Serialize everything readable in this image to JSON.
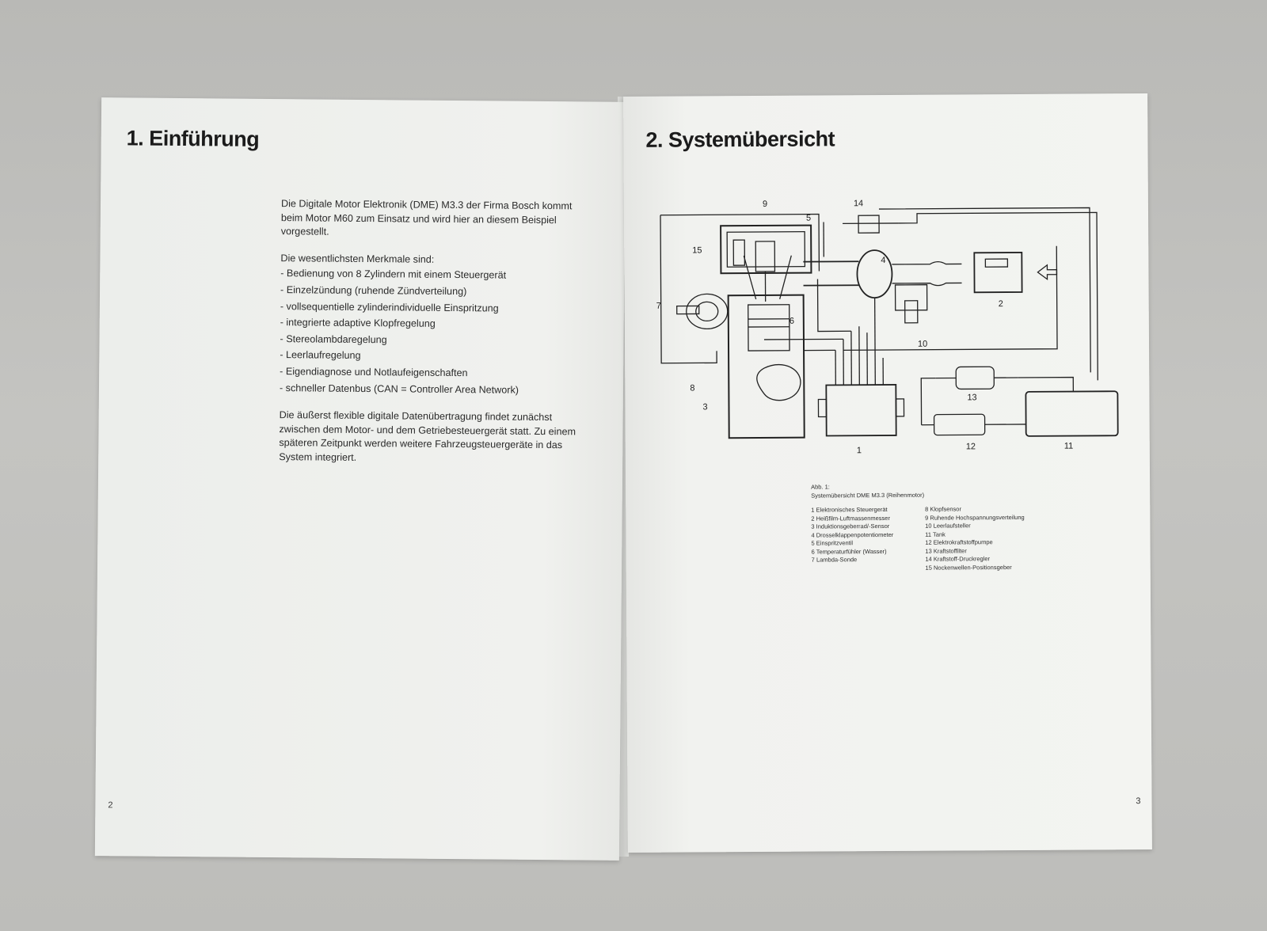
{
  "left_page": {
    "heading": "1. Einführung",
    "intro": "Die Digitale Motor Elektronik (DME) M3.3 der Firma Bosch kommt beim Motor M60 zum Einsatz und wird hier an diesem Beispiel vorgestellt.",
    "features_intro": "Die wesentlichsten Merkmale sind:",
    "features": [
      "- Bedienung von 8 Zylindern mit einem Steuergerät",
      "- Einzelzündung (ruhende Zündverteilung)",
      "- vollsequentielle zylinderindividuelle Einspritzung",
      "- integrierte adaptive Klopfregelung",
      "- Stereolambdaregelung",
      "- Leerlaufregelung",
      "- Eigendiagnose und Notlaufeigenschaften",
      "- schneller Datenbus (CAN = Controller Area Network)"
    ],
    "closing": "Die äußerst flexible digitale Datenübertragung findet zunächst zwischen dem Motor- und dem Getriebesteuergerät statt. Zu einem späteren Zeitpunkt werden weitere Fahrzeugsteuergeräte in das System integriert.",
    "page_number": "2"
  },
  "right_page": {
    "heading": "2. Systemübersicht",
    "diagram_labels": [
      "9",
      "14",
      "5",
      "15",
      "4",
      "2",
      "7",
      "6",
      "10",
      "8",
      "13",
      "3",
      "1",
      "12",
      "11"
    ],
    "caption_number": "Abb. 1:",
    "caption_title": "Systemübersicht DME M3.3 (Reihenmotor)",
    "legend_left": [
      "1  Elektronisches Steuergerät",
      "2  Heißfilm-Luftmassenmesser",
      "3  Induktionsgeberrad/-Sensor",
      "4  Drosselklappenpotentiometer",
      "5  Einspritzventil",
      "6  Temperaturfühler (Wasser)",
      "7  Lambda-Sonde"
    ],
    "legend_right": [
      "8  Klopfsensor",
      "9  Ruhende Hochspannungsverteilung",
      "10  Leerlaufsteller",
      "11  Tank",
      "12  Elektrokraftstoffpumpe",
      "13  Kraftstoffilter",
      "14  Kraftstoff-Druckregler",
      "15  Nockenwellen-Positionsgeber"
    ],
    "page_number": "3"
  }
}
